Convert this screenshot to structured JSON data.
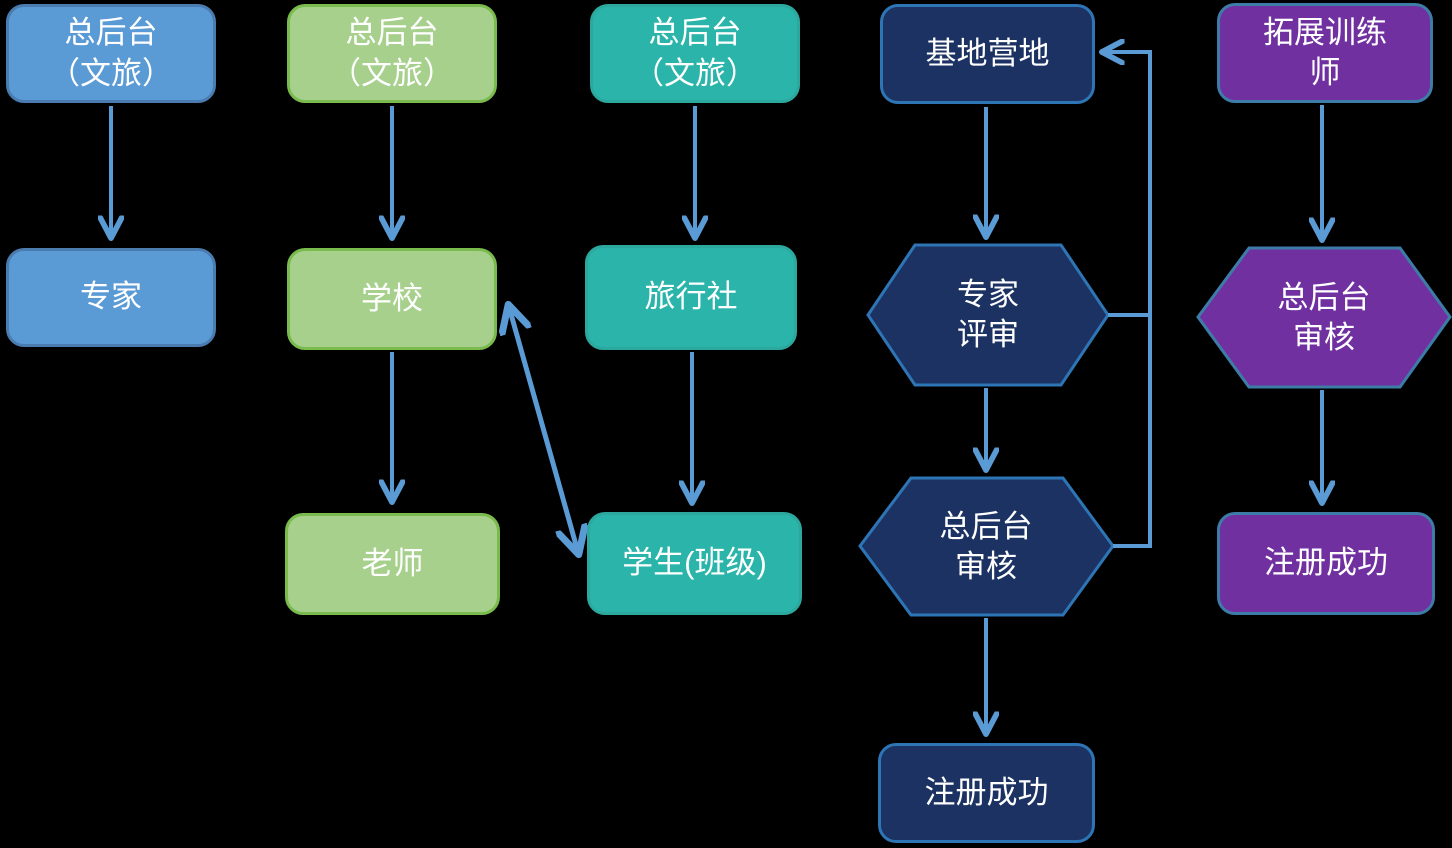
{
  "diagram": {
    "type": "flowchart",
    "background_color": "#000000",
    "text_color": "#ffffff",
    "arrow_color": "#5B9BD5",
    "palette": {
      "blue_fill": "#5B9BD5",
      "blue_border": "#4A7CB0",
      "green_fill": "#A6D08C",
      "green_border": "#79BB4C",
      "teal_fill": "#2BB5AA",
      "teal_border": "#2CA89E",
      "navy_fill": "#1B3262",
      "navy_border": "#2E75B6",
      "purple_fill": "#7030A0",
      "purple_border": "#3E7CA8"
    },
    "nodes": {
      "admin_blue": {
        "label": "总后台\n（文旅）",
        "shape": "rounded-rect",
        "color": "blue"
      },
      "expert_blue": {
        "label": "专家",
        "shape": "rounded-rect",
        "color": "blue"
      },
      "admin_green": {
        "label": "总后台\n（文旅）",
        "shape": "rounded-rect",
        "color": "green"
      },
      "school": {
        "label": "学校",
        "shape": "rounded-rect",
        "color": "green"
      },
      "teacher": {
        "label": "老师",
        "shape": "rounded-rect",
        "color": "green"
      },
      "admin_teal": {
        "label": "总后台\n（文旅）",
        "shape": "rounded-rect",
        "color": "teal"
      },
      "travel_agency": {
        "label": "旅行社",
        "shape": "rounded-rect",
        "color": "teal"
      },
      "students": {
        "label": "学生(班级)",
        "shape": "rounded-rect",
        "color": "teal"
      },
      "base_camp": {
        "label": "基地营地",
        "shape": "rounded-rect",
        "color": "navy"
      },
      "expert_review": {
        "label": "专家\n评审",
        "shape": "hexagon",
        "color": "navy"
      },
      "admin_audit_navy": {
        "label": "总后台\n审核",
        "shape": "hexagon",
        "color": "navy"
      },
      "register_success_navy": {
        "label": "注册成功",
        "shape": "rounded-rect",
        "color": "navy"
      },
      "trainer": {
        "label": "拓展训练\n师",
        "shape": "rounded-rect",
        "color": "purple"
      },
      "admin_audit_purple": {
        "label": "总后台\n审核",
        "shape": "hexagon",
        "color": "purple"
      },
      "register_success_purple": {
        "label": "注册成功",
        "shape": "rounded-rect",
        "color": "purple"
      }
    },
    "edges": [
      {
        "from": "admin_blue",
        "to": "expert_blue",
        "style": "arrow"
      },
      {
        "from": "admin_green",
        "to": "school",
        "style": "arrow"
      },
      {
        "from": "school",
        "to": "teacher",
        "style": "arrow"
      },
      {
        "from": "school",
        "to": "students",
        "style": "double-arrow"
      },
      {
        "from": "admin_teal",
        "to": "travel_agency",
        "style": "arrow"
      },
      {
        "from": "travel_agency",
        "to": "students",
        "style": "arrow"
      },
      {
        "from": "base_camp",
        "to": "expert_review",
        "style": "arrow"
      },
      {
        "from": "expert_review",
        "to": "admin_audit_navy",
        "style": "arrow"
      },
      {
        "from": "admin_audit_navy",
        "to": "register_success_navy",
        "style": "arrow"
      },
      {
        "from": "expert_review",
        "to": "base_camp",
        "style": "elbow-feedback"
      },
      {
        "from": "admin_audit_navy",
        "to": "base_camp",
        "style": "elbow-feedback"
      },
      {
        "from": "trainer",
        "to": "admin_audit_purple",
        "style": "arrow"
      },
      {
        "from": "admin_audit_purple",
        "to": "register_success_purple",
        "style": "arrow"
      }
    ]
  }
}
